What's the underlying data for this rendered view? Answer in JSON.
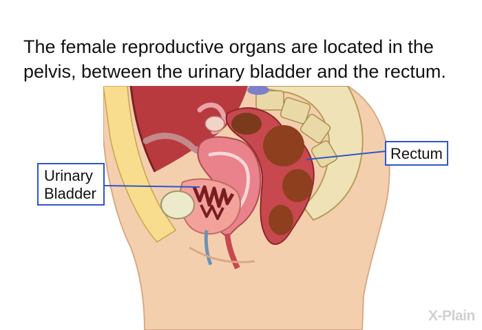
{
  "caption": "The female reproductive organs are located in the pelvis, between the urinary bladder and the rectum.",
  "labels": {
    "rectum": "Rectum",
    "bladder_line1": "Urinary",
    "bladder_line2": "Bladder"
  },
  "logo_text": "X-Plain",
  "colors": {
    "callout_border": "#2b56c9",
    "skin": "#f3cfae",
    "muscle": "#c7484f",
    "rectum_interior": "#8e3f1e",
    "uterus": "#e9828a"
  }
}
